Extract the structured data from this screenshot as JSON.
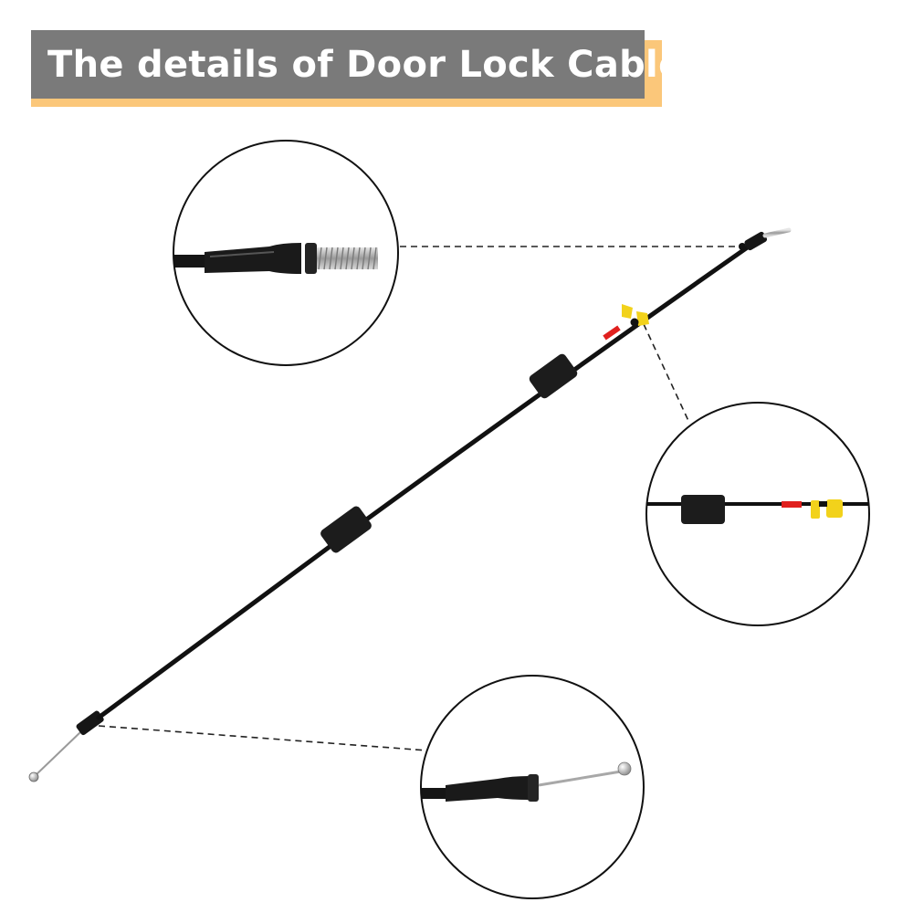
{
  "title": "The details of Door Lock Cable",
  "colors": {
    "banner": "#7a7a7a",
    "accent": "#fbc77a",
    "cable": "#111111",
    "foam": "#1c1c1c",
    "clip": "#f2d21b",
    "marker": "#e0201e",
    "metal": "#b9b9b9"
  },
  "callouts": [
    {
      "name": "threaded-end-detail"
    },
    {
      "name": "clip-and-marker-detail"
    },
    {
      "name": "ball-end-detail"
    }
  ]
}
